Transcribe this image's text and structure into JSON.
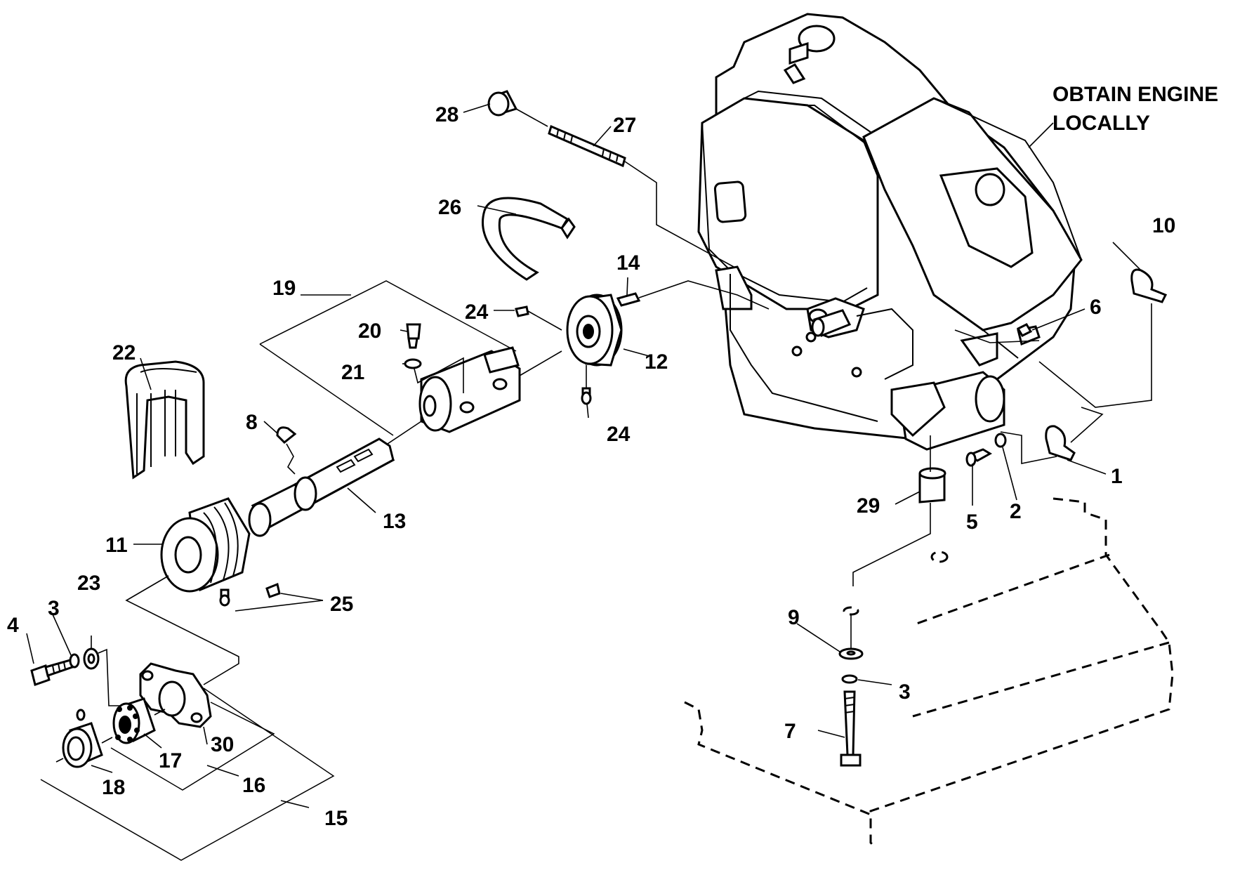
{
  "diagram": {
    "note": [
      "OBTAIN ENGINE",
      "LOCALLY"
    ],
    "callouts": {
      "c1": "1",
      "c2": "2",
      "c3a": "3",
      "c3b": "3",
      "c4": "4",
      "c5": "5",
      "c6": "6",
      "c7": "7",
      "c8": "8",
      "c9": "9",
      "c10": "10",
      "c11": "11",
      "c12": "12",
      "c13": "13",
      "c14": "14",
      "c15": "15",
      "c16": "16",
      "c17": "17",
      "c18": "18",
      "c19": "19",
      "c20": "20",
      "c21": "21",
      "c22": "22",
      "c23": "23",
      "c24a": "24",
      "c24b": "24",
      "c25": "25",
      "c26": "26",
      "c27": "27",
      "c28": "28",
      "c29": "29",
      "c30": "30"
    }
  }
}
